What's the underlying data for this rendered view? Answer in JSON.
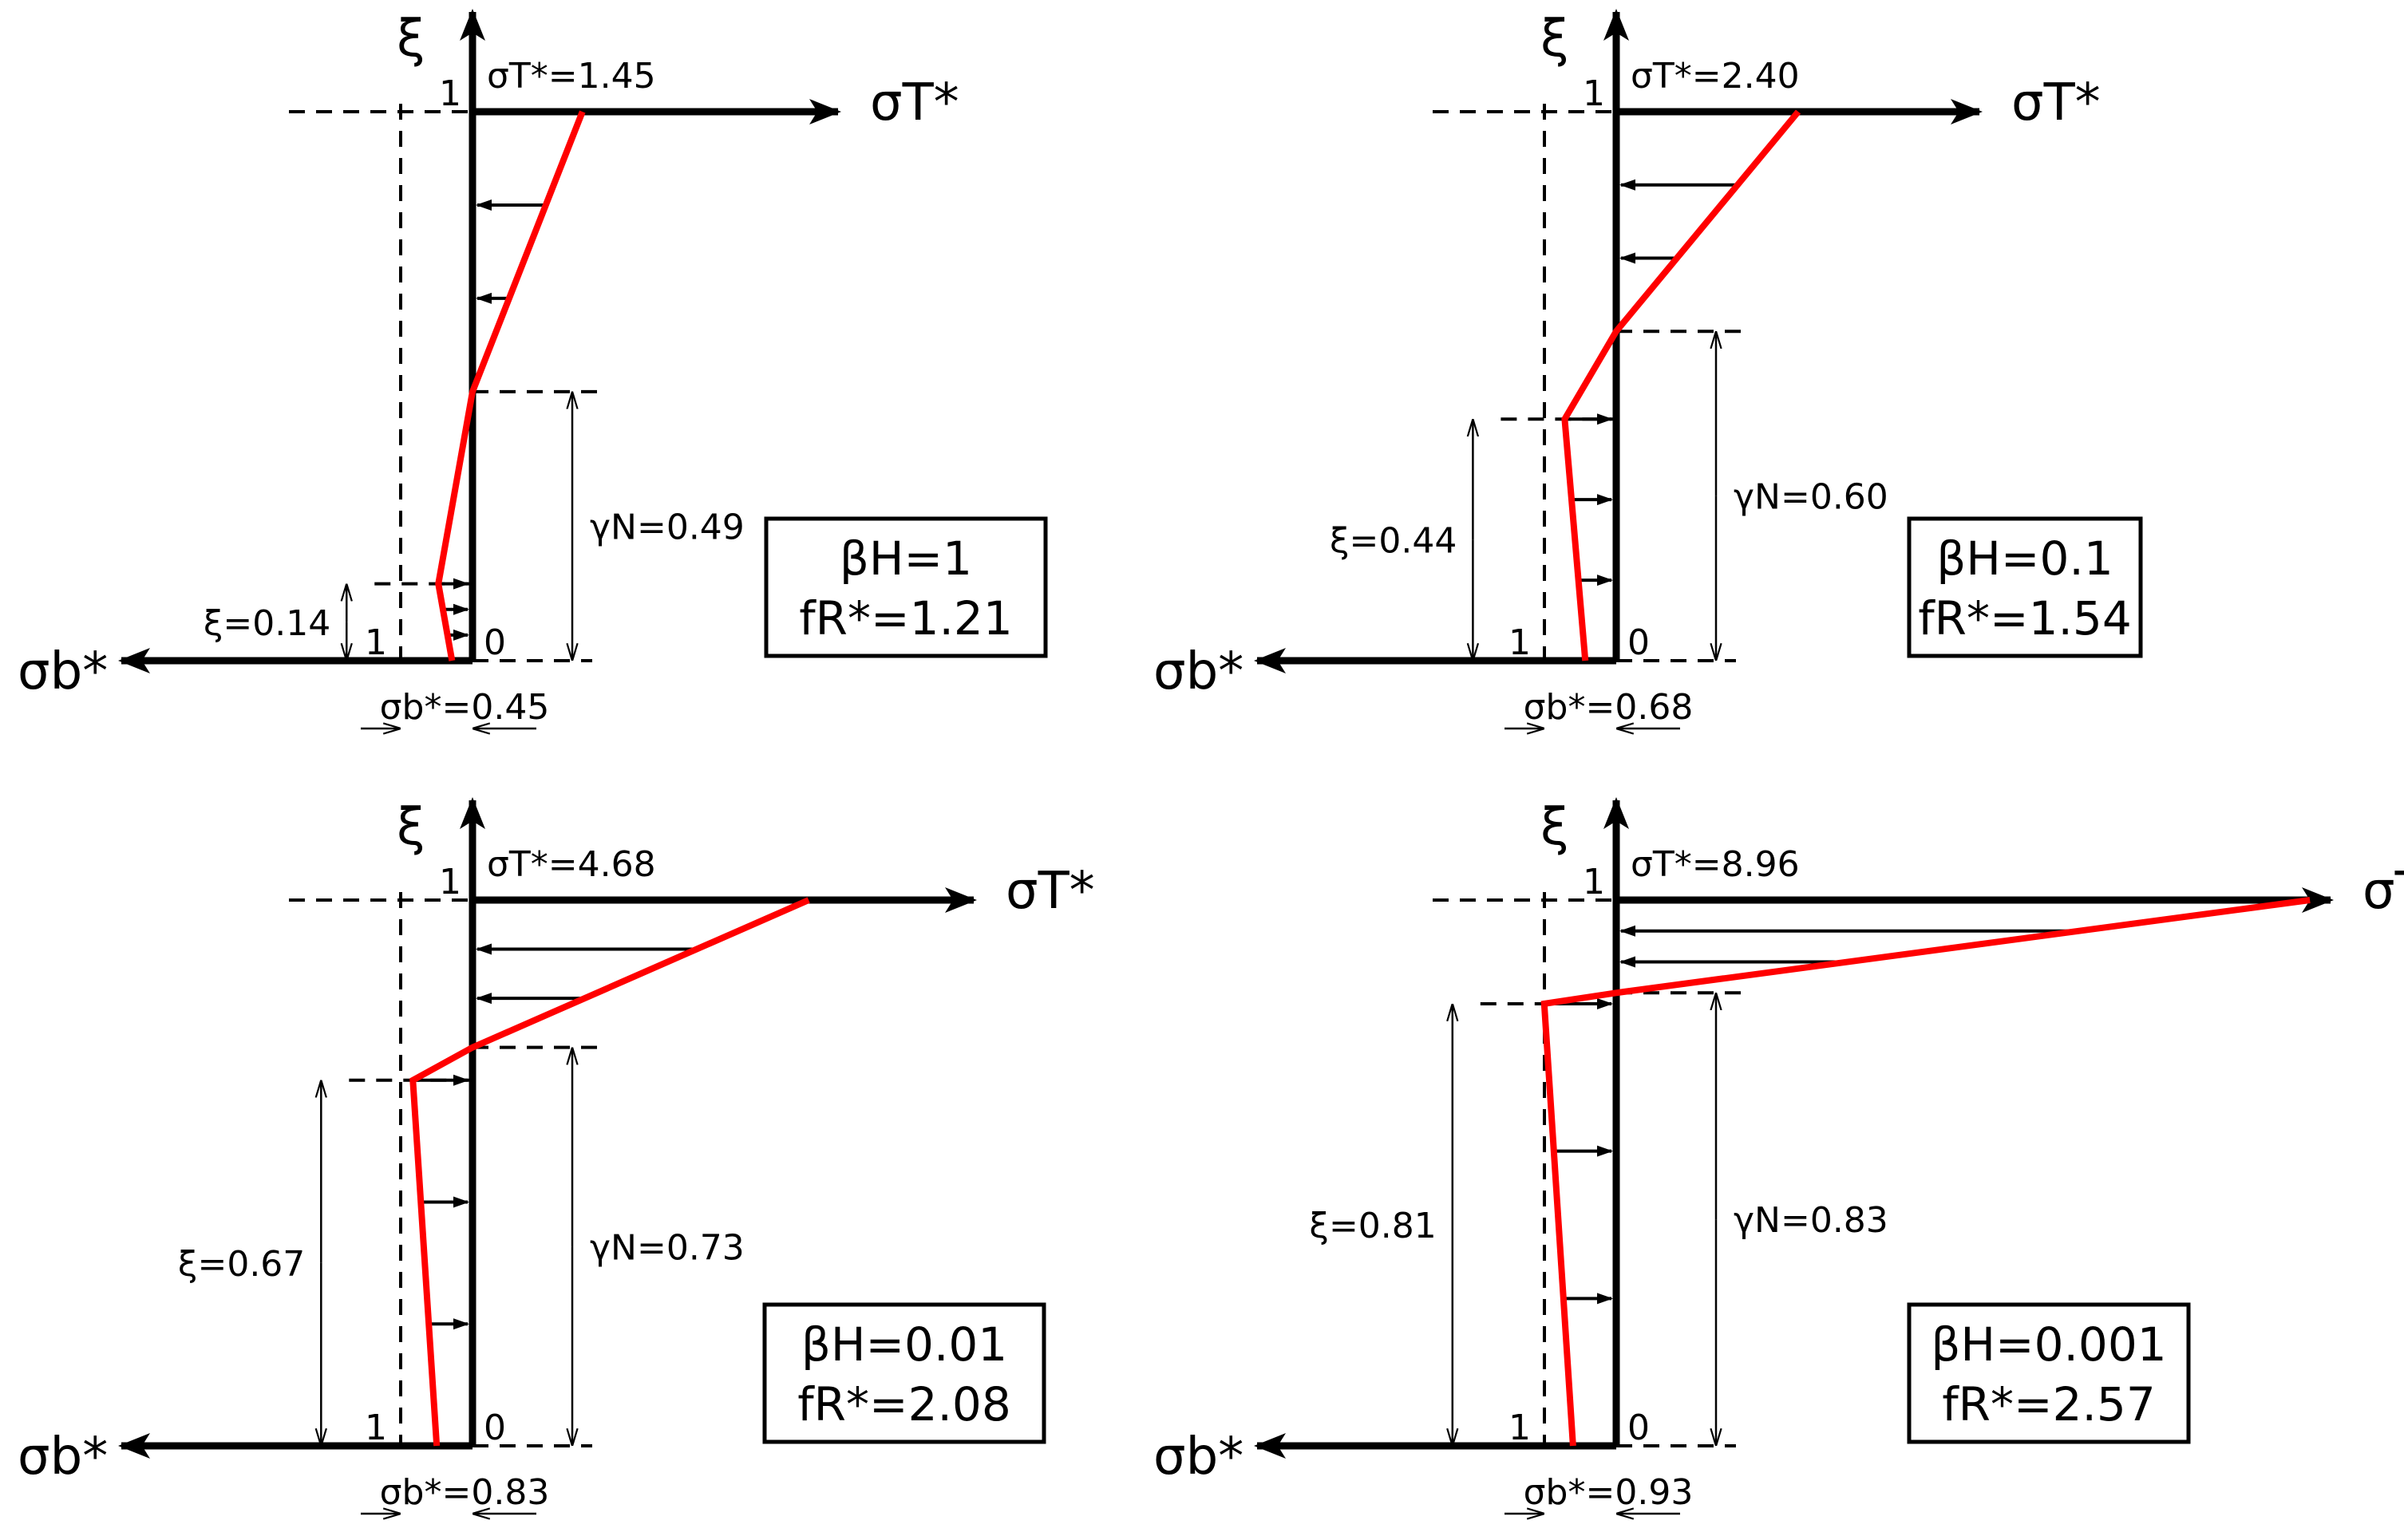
{
  "colors": {
    "stress_line": "#ff0000",
    "axis": "#000000",
    "background": "#ffffff"
  },
  "panels": [
    {
      "id": "top-left",
      "axis_xi": "ξ",
      "axis_sigma_t": "σT*",
      "axis_sigma_b": "σb*",
      "tick_one_top": "1",
      "tick_one_bottom": "1",
      "tick_zero": "0",
      "sigma_t_label": "σT*=1.45",
      "sigma_b_label": "σb*=0.45",
      "xi_label": "ξ=0.14",
      "gamma_label": "γN=0.49",
      "box_beta": "βH=1",
      "box_f": "fR*=1.21",
      "values": {
        "sigma_t": 1.45,
        "sigma_b": 0.45,
        "xi": 0.14,
        "gamma_n": 0.49,
        "beta_h": 1,
        "f_r": 1.21
      }
    },
    {
      "id": "top-right",
      "axis_xi": "ξ",
      "axis_sigma_t": "σT*",
      "axis_sigma_b": "σb*",
      "tick_one_top": "1",
      "tick_one_bottom": "1",
      "tick_zero": "0",
      "sigma_t_label": "σT*=2.40",
      "sigma_b_label": "σb*=0.68",
      "xi_label": "ξ=0.44",
      "gamma_label": "γN=0.60",
      "box_beta": "βH=0.1",
      "box_f": "fR*=1.54",
      "values": {
        "sigma_t": 2.4,
        "sigma_b": 0.68,
        "xi": 0.44,
        "gamma_n": 0.6,
        "beta_h": 0.1,
        "f_r": 1.54
      }
    },
    {
      "id": "bottom-left",
      "axis_xi": "ξ",
      "axis_sigma_t": "σT*",
      "axis_sigma_b": "σb*",
      "tick_one_top": "1",
      "tick_one_bottom": "1",
      "tick_zero": "0",
      "sigma_t_label": "σT*=4.68",
      "sigma_b_label": "σb*=0.83",
      "xi_label": "ξ=0.67",
      "gamma_label": "γN=0.73",
      "box_beta": "βH=0.01",
      "box_f": "fR*=2.08",
      "values": {
        "sigma_t": 4.68,
        "sigma_b": 0.83,
        "xi": 0.67,
        "gamma_n": 0.73,
        "beta_h": 0.01,
        "f_r": 2.08
      }
    },
    {
      "id": "bottom-right",
      "axis_xi": "ξ",
      "axis_sigma_t": "σT*",
      "axis_sigma_b": "σb*",
      "tick_one_top": "1",
      "tick_one_bottom": "1",
      "tick_zero": "0",
      "sigma_t_label": "σT*=8.96",
      "sigma_b_label": "σb*=0.93",
      "xi_label": "ξ=0.81",
      "gamma_label": "γN=0.83",
      "box_beta": "βH=0.001",
      "box_f": "fR*=2.57",
      "values": {
        "sigma_t": 8.96,
        "sigma_b": 0.93,
        "xi": 0.81,
        "gamma_n": 0.83,
        "beta_h": 0.001,
        "f_r": 2.57
      }
    }
  ]
}
